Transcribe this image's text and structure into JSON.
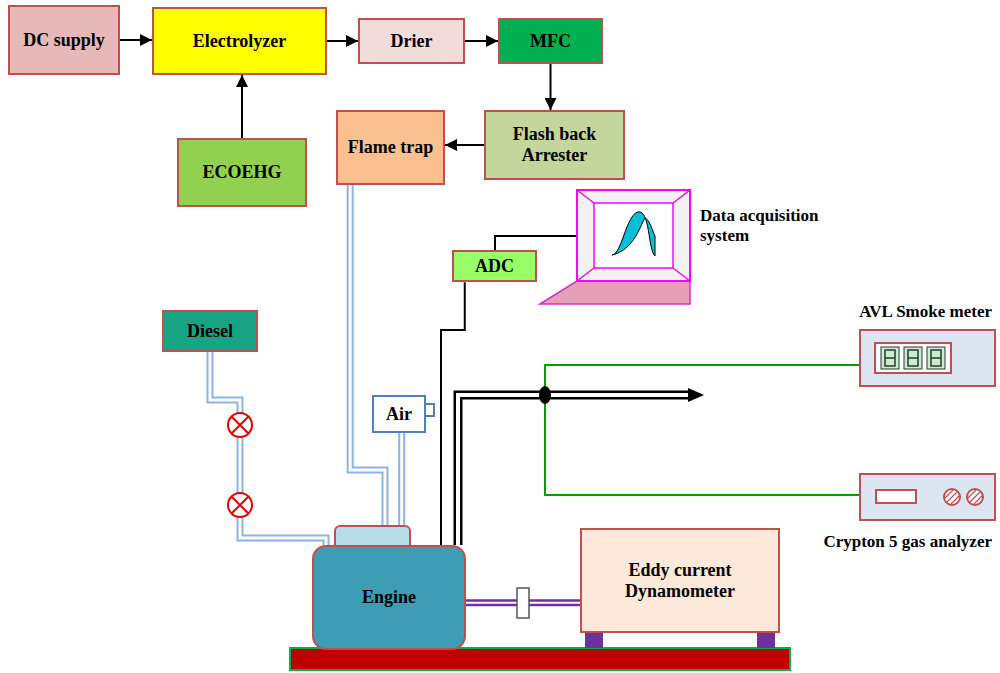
{
  "diagram": {
    "nodes": [
      {
        "text": [
          "DC supply"
        ]
      },
      {
        "text": [
          "Electrolyzer"
        ]
      },
      {
        "text": [
          "Drier"
        ]
      },
      {
        "text": [
          "MFC"
        ]
      },
      {
        "text": [
          "Flame trap"
        ]
      },
      {
        "text": [
          "Flash back Arrester"
        ]
      },
      {
        "text": [
          "ECOEHG"
        ]
      },
      {
        "text": [
          "Diesel"
        ]
      },
      {
        "text": [
          "Air"
        ]
      },
      {
        "text": [
          "ADC"
        ]
      },
      {
        "text": [
          "Engine"
        ]
      },
      {
        "text": [
          "Eddy current Dynamometer"
        ]
      }
    ],
    "edges": [
      {
        "from": 0,
        "to": 1,
        "arrow": "to"
      },
      {
        "from": 1,
        "to": 2,
        "arrow": "to"
      },
      {
        "from": 2,
        "to": 3,
        "arrow": "to"
      },
      {
        "from": 6,
        "to": 1,
        "arrow": "to"
      },
      {
        "from": 3,
        "to": 5,
        "arrow": "to"
      },
      {
        "from": 5,
        "to": 4,
        "arrow": "to"
      },
      {
        "from": 4,
        "to": 10,
        "arrow": "none"
      },
      {
        "from": 7,
        "to": 10,
        "arrow": "none"
      },
      {
        "from": 8,
        "to": 10,
        "arrow": "none"
      },
      {
        "from": 9,
        "to": 10,
        "arrow": "none"
      },
      {
        "from": 10,
        "to": 11,
        "arrow": "none"
      }
    ],
    "labels": [
      "Data acquisition system",
      "AVL Smoke meter",
      "Crypton 5 gas analyzer"
    ]
  }
}
